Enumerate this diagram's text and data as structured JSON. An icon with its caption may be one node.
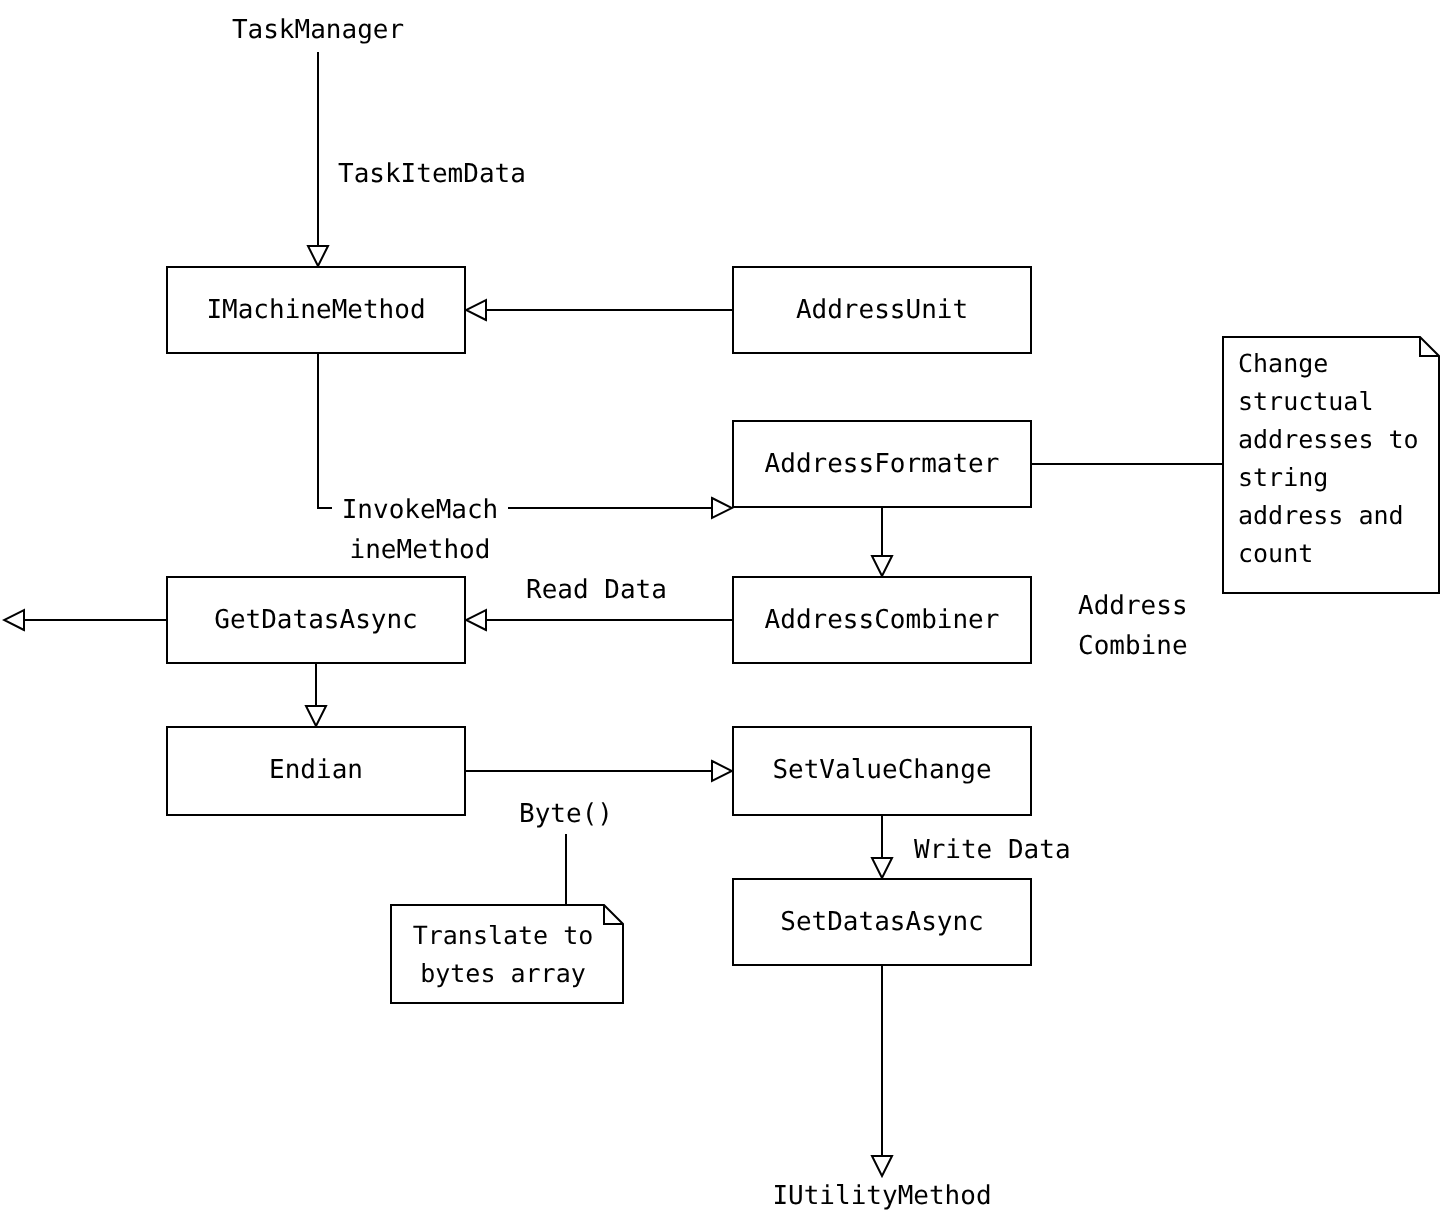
{
  "diagram": {
    "nodes": [
      {
        "text": [
          "TaskManager"
        ]
      },
      {
        "text": [
          "IMachineMethod"
        ]
      },
      {
        "text": [
          "AddressUnit"
        ]
      },
      {
        "text": [
          "AddressFormater"
        ]
      },
      {
        "text": [
          "Change structual addresses to string address and count"
        ]
      },
      {
        "text": [
          "GetDatasAsync"
        ]
      },
      {
        "text": [
          "AddressCombiner"
        ]
      },
      {
        "text": [
          "Endian"
        ]
      },
      {
        "text": [
          "SetValueChange"
        ]
      },
      {
        "text": [
          "Byte()"
        ]
      },
      {
        "text": [
          "Translate to bytes array"
        ]
      },
      {
        "text": [
          "SetDatasAsync"
        ]
      },
      {
        "text": [
          "IUtilityMethod"
        ]
      }
    ],
    "edges": [
      {
        "from": 0,
        "to": 1,
        "arrow": "to",
        "label": "TaskItemData"
      },
      {
        "from": 2,
        "to": 1,
        "arrow": "to"
      },
      {
        "from": 1,
        "to": 3,
        "arrow": "to",
        "label": "InvokeMachineMethod"
      },
      {
        "from": 3,
        "to": 4,
        "arrow": "none"
      },
      {
        "from": 3,
        "to": 6,
        "arrow": "to"
      },
      {
        "from": 6,
        "to": 5,
        "arrow": "to",
        "label": "Read Data"
      },
      {
        "from": 5,
        "to": null,
        "arrow": "to"
      },
      {
        "from": 5,
        "to": 7,
        "arrow": "to"
      },
      {
        "from": 7,
        "to": 8,
        "arrow": "to"
      },
      {
        "from": 10,
        "to": 9,
        "arrow": "none"
      },
      {
        "from": 8,
        "to": 11,
        "arrow": "to",
        "label": "Write Data"
      },
      {
        "from": 11,
        "to": 12,
        "arrow": "to"
      }
    ],
    "labels": [
      "Address Combine"
    ]
  }
}
